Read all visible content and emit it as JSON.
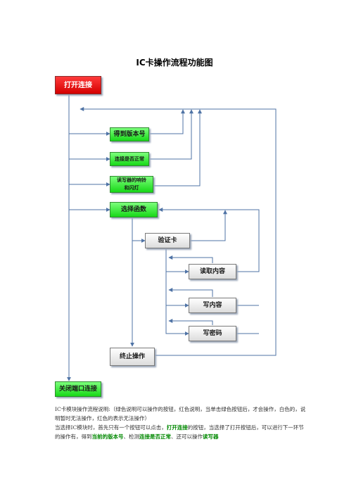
{
  "title": "IC卡操作流程功能图",
  "nodes": {
    "open": "打开连接",
    "version": "得到版本号",
    "connected": "连接是否正常",
    "beep_line1": "读写器的响铃",
    "beep_line2": "和闪灯",
    "select": "选择函数",
    "verify": "验证卡",
    "read": "读取内容",
    "write": "写内容",
    "password": "写密码",
    "stop": "终止操作",
    "close": "关闭端口连接"
  },
  "description": {
    "p1_a": "IC卡模块操作流程说明:（绿色说明可以操作的按钮，红色说明，当单击绿色按钮后，才会操作，白色的，说明暂时无法操作，红色的表示无法操作）",
    "p2_a": "当选择IC模块时，首先只有一个按钮可以点击，",
    "p2_b": "打开连接",
    "p2_c": "的按钮，当选择了打开按钮后，可以进行下一环节的操作有，得到",
    "p2_d": "当前的版本号",
    "p2_e": "、检测",
    "p2_f": "连接是否正常",
    "p2_g": "、还可以操作",
    "p2_h": "读写器"
  },
  "colors": {
    "red": "#e01010",
    "green": "#2ee02e",
    "white": "#eeeeee",
    "line": "#4f73a5",
    "highlight": "#008800"
  }
}
